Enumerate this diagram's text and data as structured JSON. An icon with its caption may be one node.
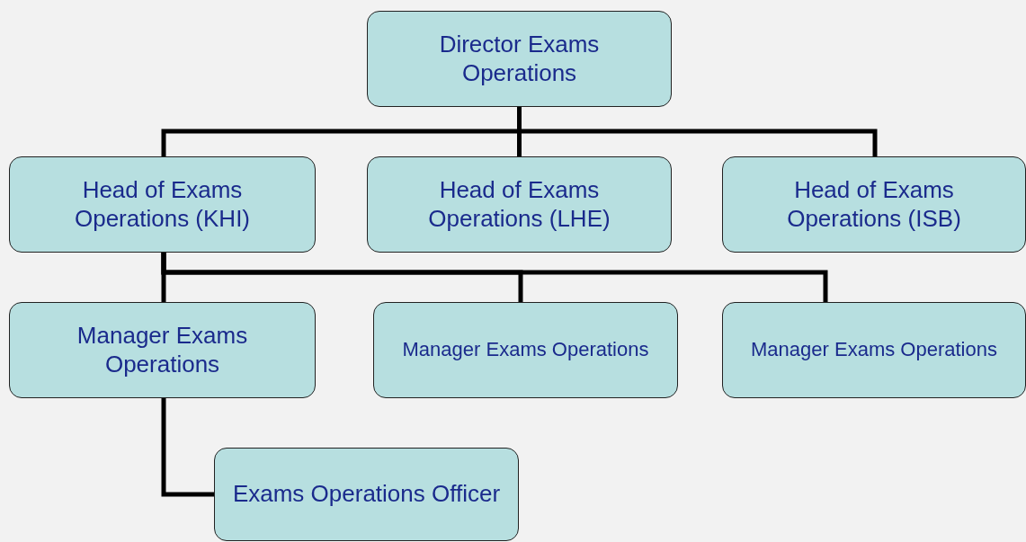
{
  "diagram": {
    "nodes": [
      {
        "text": [
          "Director Exams Operations"
        ]
      },
      {
        "text": [
          "Head of Exams Operations (KHI)"
        ]
      },
      {
        "text": [
          "Head of Exams Operations (LHE)"
        ]
      },
      {
        "text": [
          "Head of Exams Operations (ISB)"
        ]
      },
      {
        "text": [
          "Manager Exams Operations"
        ]
      },
      {
        "text": [
          "Manager Exams Operations"
        ]
      },
      {
        "text": [
          "Manager Exams Operations"
        ]
      },
      {
        "text": [
          "Exams Operations Officer"
        ]
      }
    ],
    "edges": [
      {
        "from": 0,
        "to": 1,
        "arrow": "none"
      },
      {
        "from": 0,
        "to": 2,
        "arrow": "none"
      },
      {
        "from": 0,
        "to": 3,
        "arrow": "none"
      },
      {
        "from": 1,
        "to": 4,
        "arrow": "none"
      },
      {
        "from": 1,
        "to": 5,
        "arrow": "none"
      },
      {
        "from": 1,
        "to": 6,
        "arrow": "none"
      },
      {
        "from": 4,
        "to": 7,
        "arrow": "none"
      }
    ]
  }
}
